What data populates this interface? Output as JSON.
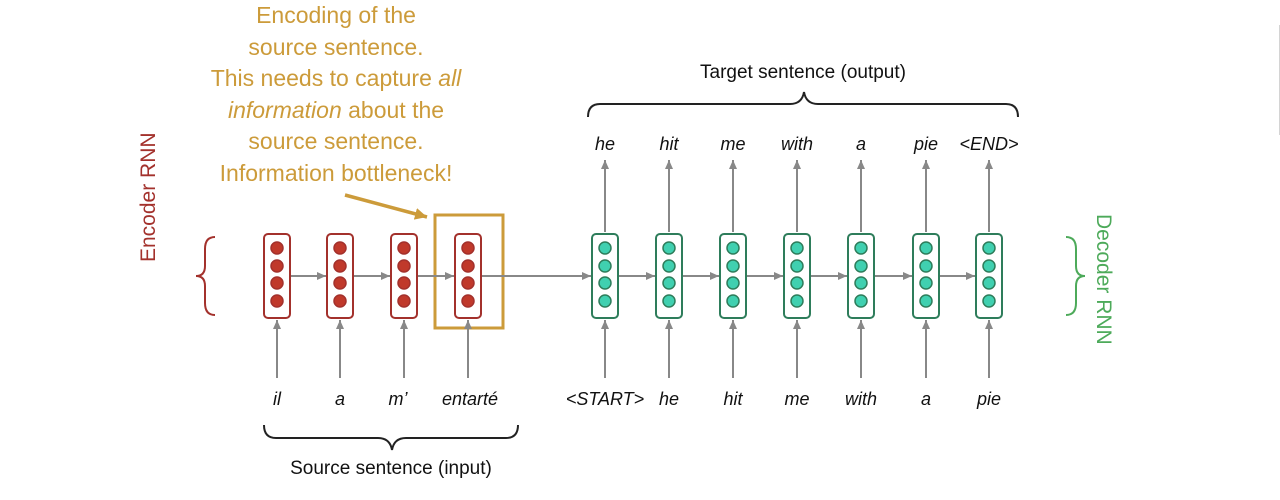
{
  "callout": {
    "line1": "Encoding of the",
    "line2": "source sentence.",
    "line3": "This needs to capture",
    "line4_italic": "all",
    "line5_italic": "information",
    "line5_rest": "about the",
    "line6": "source sentence.",
    "line7": "Information bottleneck!"
  },
  "encoder_label": "Encoder RNN",
  "decoder_label": "Decoder RNN",
  "target_brace_label": "Target sentence (output)",
  "source_brace_label": "Source sentence (input)",
  "source_words": [
    "il",
    "a",
    "m’",
    "entarté"
  ],
  "decoder_input_words": [
    "<START>",
    "he",
    "hit",
    "me",
    "with",
    "a",
    "pie"
  ],
  "output_words": [
    "he",
    "hit",
    "me",
    "with",
    "a",
    "pie",
    "<END>"
  ],
  "colors": {
    "encoder": "#a3312c",
    "encoder_fill": "#c0392b",
    "decoder": "#2e7d5b",
    "decoder_fill": "#40d0b0",
    "callout": "#cc9b3a",
    "arrow": "#808080",
    "decoder_label": "#4daa5a"
  }
}
